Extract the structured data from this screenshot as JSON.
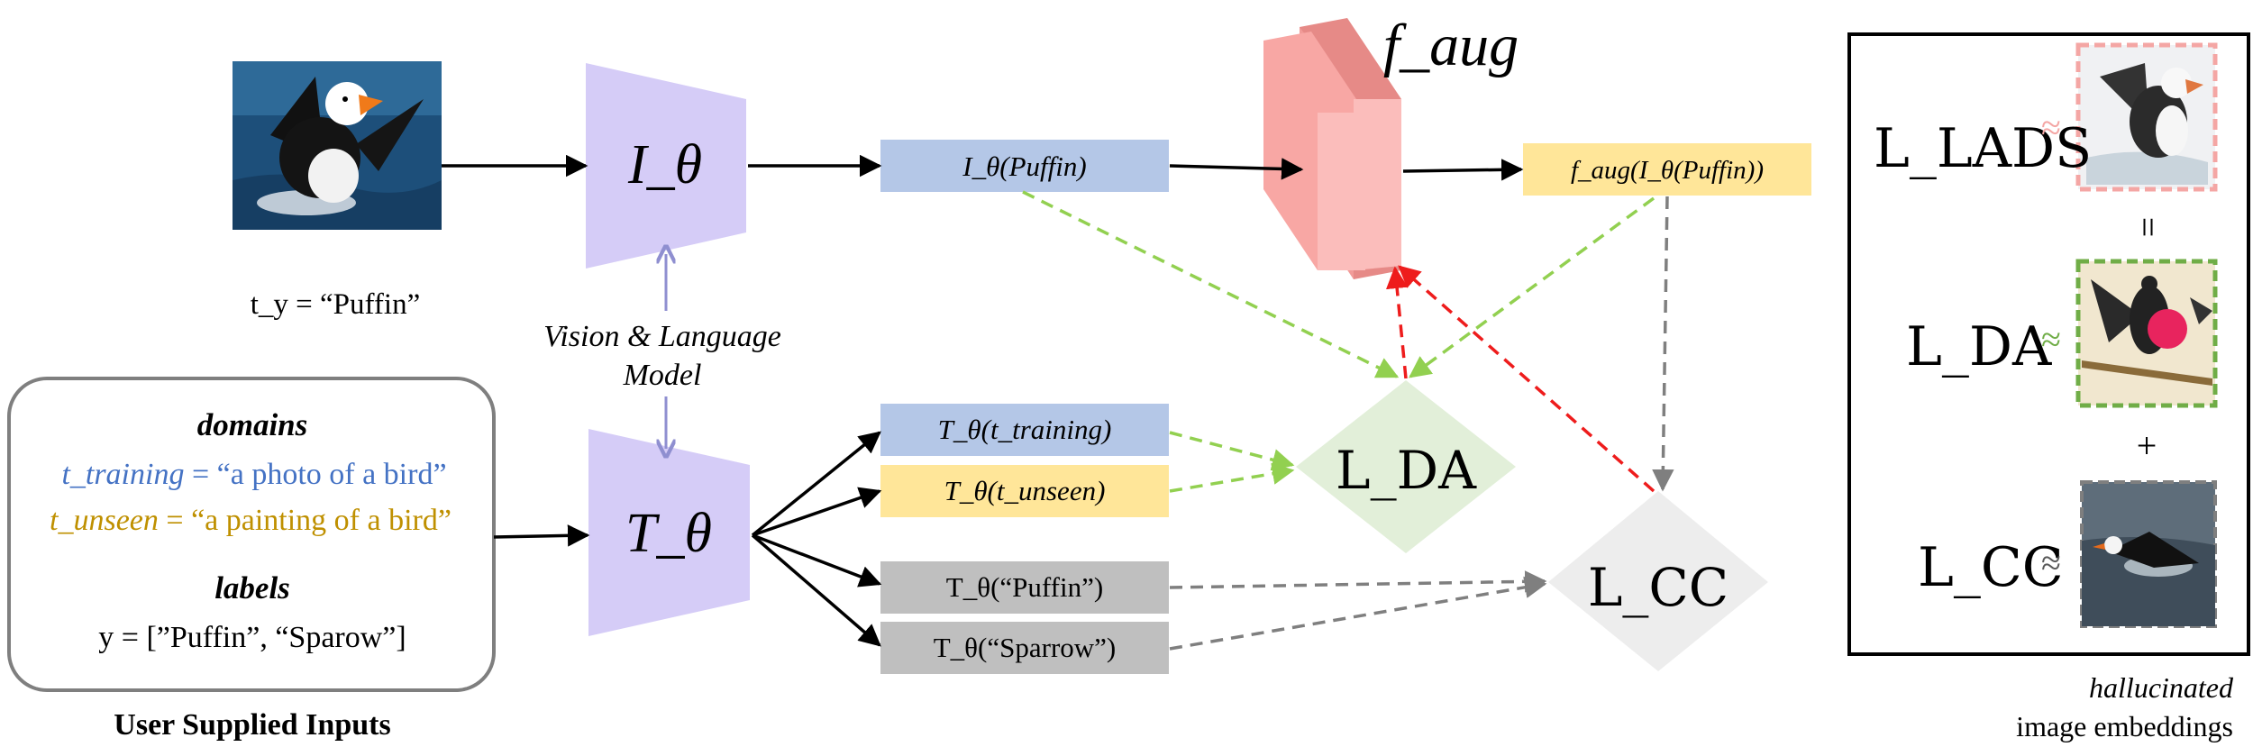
{
  "diagram": {
    "input_image_caption": "t_y = “Puffin”",
    "vlm_label_line1": "Vision & Language",
    "vlm_label_line2": "Model",
    "image_encoder": "I_θ",
    "text_encoder": "T_θ",
    "augmenter": "f_aug",
    "user_inputs": {
      "domains_heading": "domains",
      "training_var": "t_training",
      "training_value": " = “a photo of a bird”",
      "unseen_var": "t_unseen",
      "unseen_value": " = “a painting of a bird”",
      "labels_heading": "labels",
      "labels_value": "y = [”Puffin”, “Sparow”]",
      "caption": "User Supplied Inputs"
    },
    "boxes": {
      "image_embedding": "I_θ(Puffin)",
      "augmented_embedding": "f_aug(I_θ(Puffin))",
      "text_training": "T_θ(t_training)",
      "text_unseen": "T_θ(t_unseen)",
      "text_puffin": "T_θ(“Puffin”)",
      "text_sparrow": "T_θ(“Sparrow”)"
    },
    "losses": {
      "domain_alignment": "L_DA",
      "class_consistency": "L_CC"
    },
    "panel": {
      "lads": "L_LADS",
      "da": "L_DA",
      "cc": "L_CC",
      "approx": "≈",
      "equals": "=",
      "plus": "+",
      "caption_line1": "hallucinated",
      "caption_line2": "image embeddings"
    },
    "colors": {
      "encoder": "#d5ccf7",
      "image_box": "#b4c7e7",
      "unseen_box": "#ffe699",
      "class_box": "#bfbfbf",
      "augmenter": "#f8a7a4",
      "da_diamond": "#e2efd9",
      "cc_diamond": "#ededed",
      "green_arrow": "#92d050",
      "red_arrow": "#ee1c1c",
      "gray_arrow": "#7f7f7f",
      "training_text": "#4472c4",
      "unseen_text": "#bf9000"
    }
  }
}
